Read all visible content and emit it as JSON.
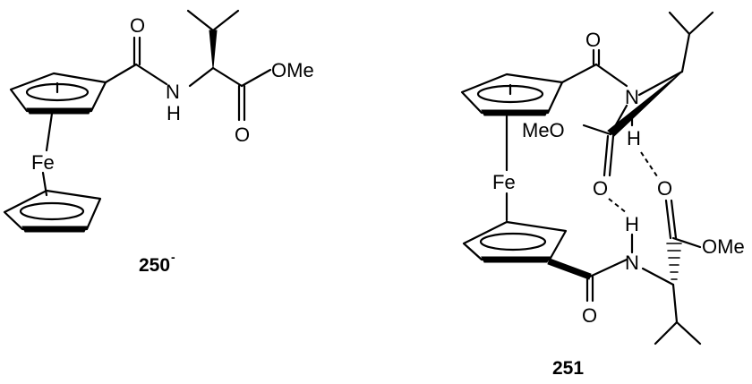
{
  "compounds": [
    {
      "label": "250",
      "charge": "-",
      "atoms": {
        "fe": "Fe",
        "o": "O",
        "n": "N",
        "h": "H",
        "o_carbonyl": "O",
        "ome": "OMe"
      }
    },
    {
      "label": "251",
      "atoms": {
        "fe": "Fe",
        "o_top": "O",
        "n_top": "N",
        "meo": "MeO",
        "o_top_ester": "O",
        "h_top": "H",
        "o_hb_left": "O",
        "o_hb_right": "O",
        "h_bottom": "H",
        "n_bottom": "N",
        "ome": "OMe",
        "o_bottom": "O"
      }
    }
  ]
}
